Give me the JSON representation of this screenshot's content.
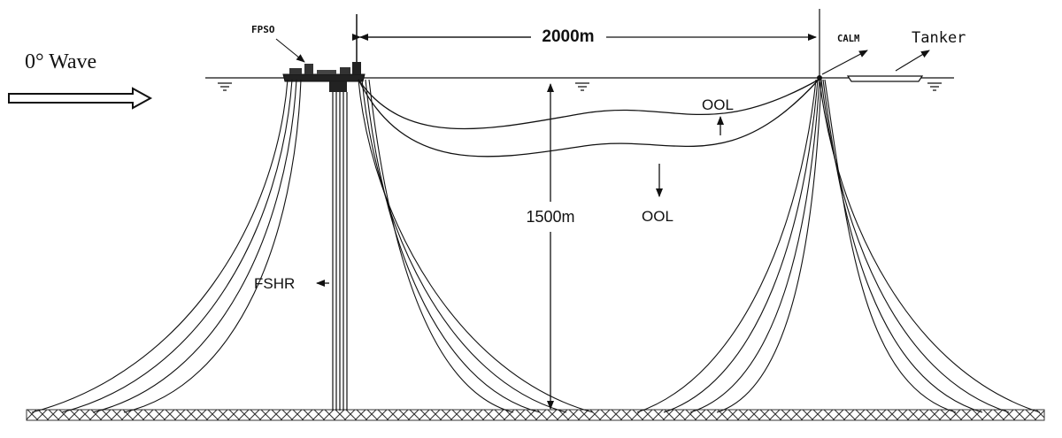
{
  "labels": {
    "wave": "0°  Wave",
    "fpso": "FPSO",
    "calm": "CALM",
    "tanker": "Tanker",
    "span": "2000m",
    "depth": "1500m",
    "ool_upper": "OOL",
    "ool_lower": "OOL",
    "fshr": "FSHR"
  },
  "colors": {
    "line": "#111111",
    "background": "#ffffff",
    "seabed_hatch": "#333333"
  },
  "icons": {
    "wave_arrow": "hollow-right-arrow",
    "water_level": "water-level-symbol"
  }
}
